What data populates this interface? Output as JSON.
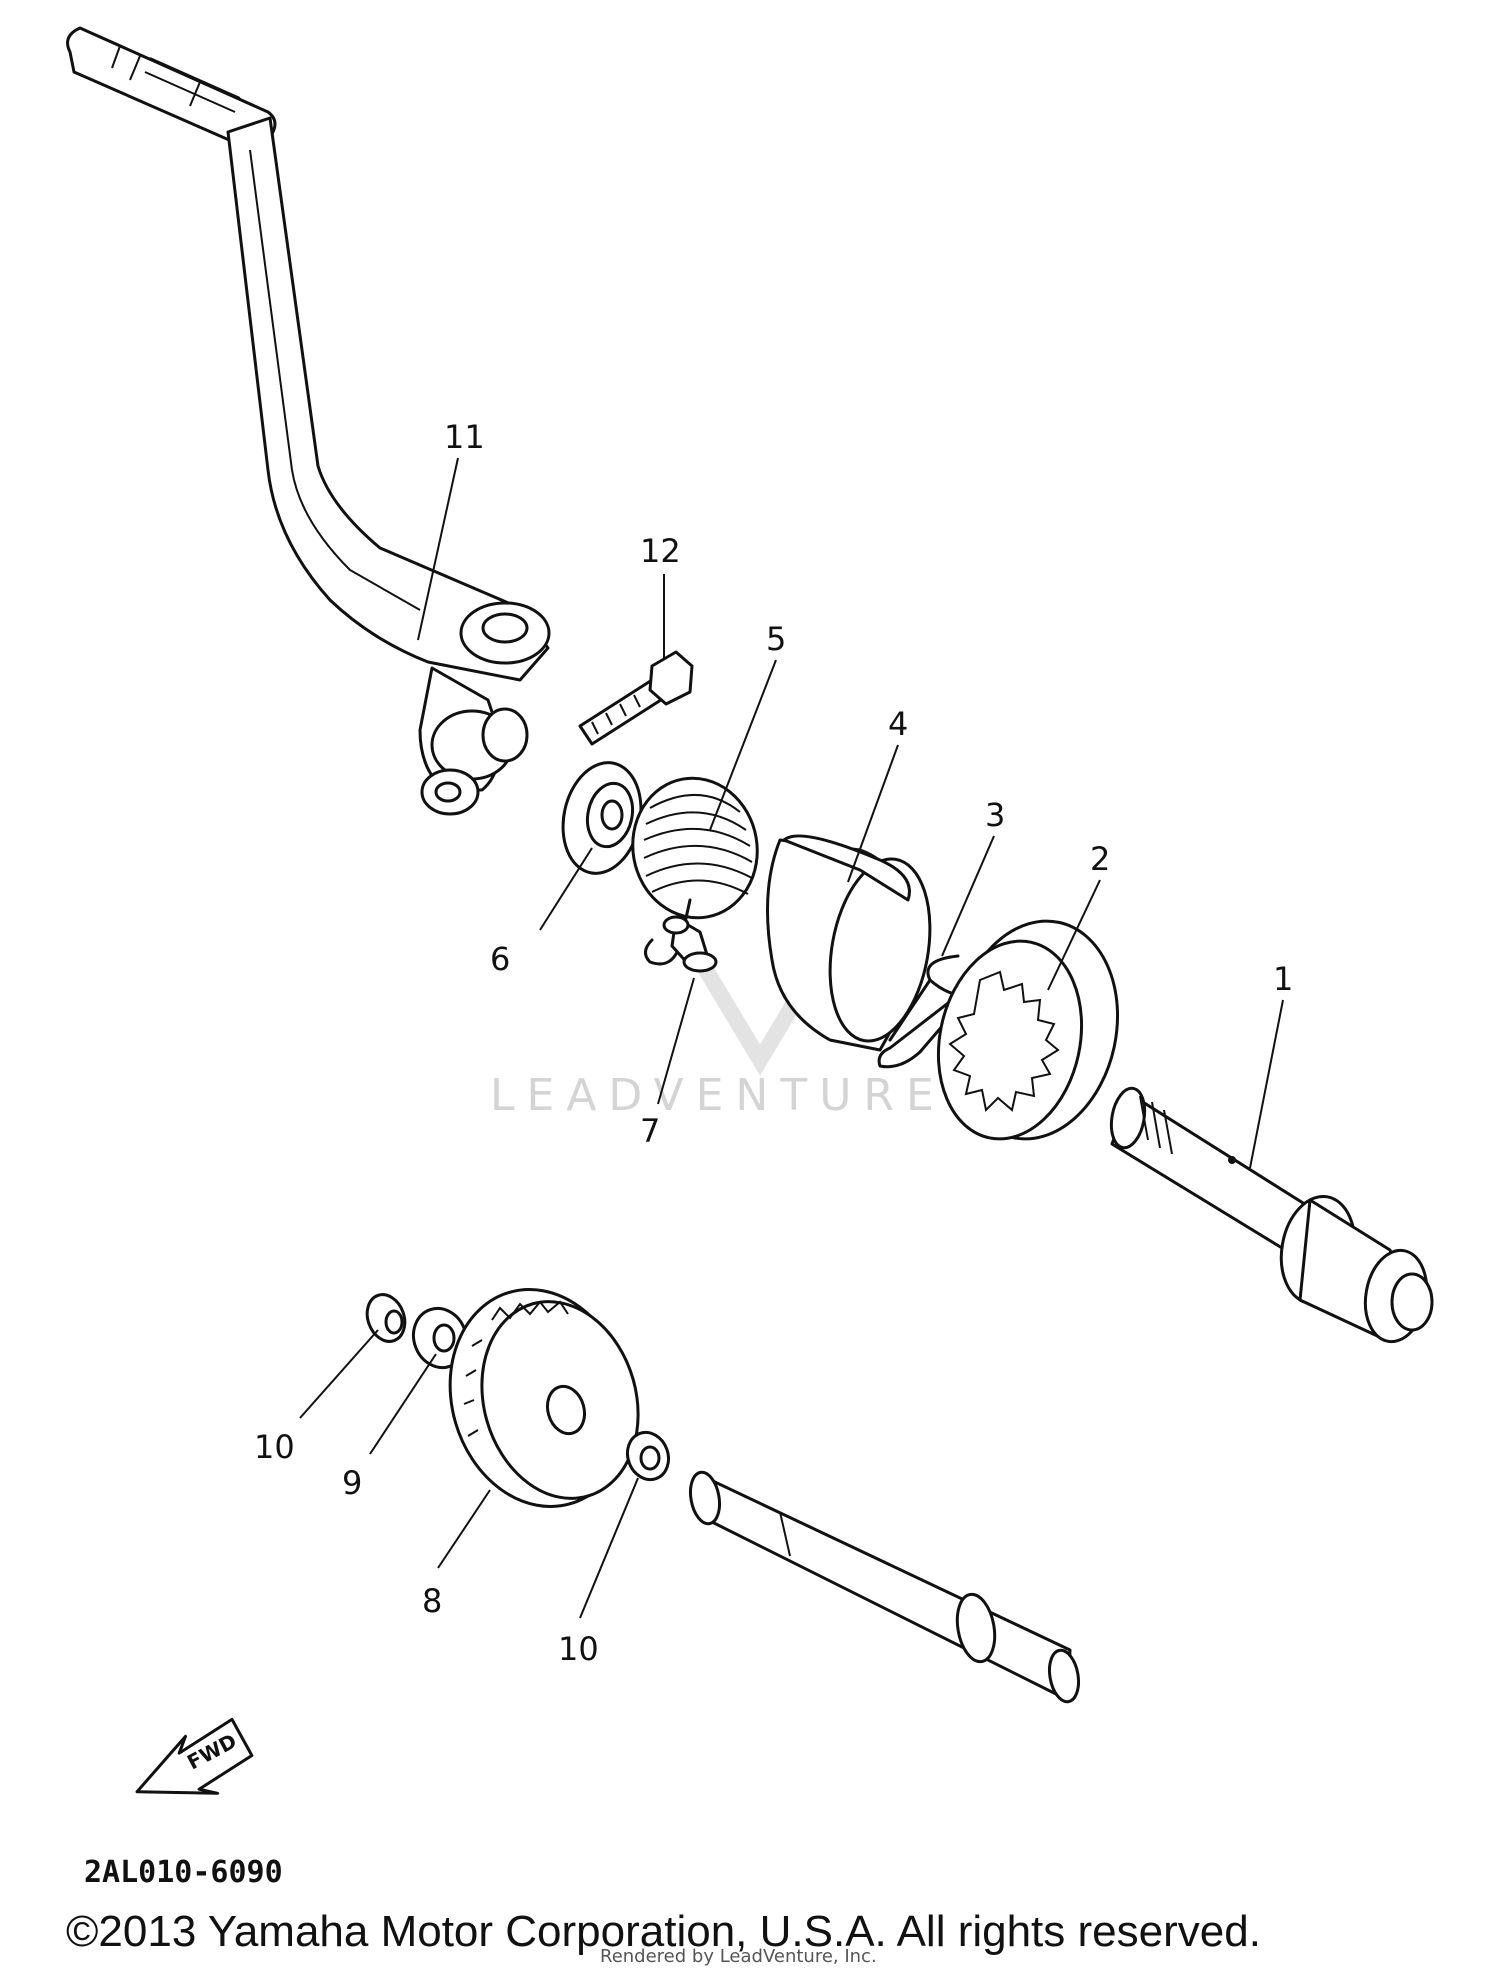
{
  "diagram": {
    "callouts": [
      {
        "id": "1",
        "label": "1"
      },
      {
        "id": "2",
        "label": "2"
      },
      {
        "id": "3",
        "label": "3"
      },
      {
        "id": "4",
        "label": "4"
      },
      {
        "id": "5",
        "label": "5"
      },
      {
        "id": "6",
        "label": "6"
      },
      {
        "id": "7",
        "label": "7"
      },
      {
        "id": "8",
        "label": "8"
      },
      {
        "id": "9",
        "label": "9"
      },
      {
        "id": "10a",
        "label": "10"
      },
      {
        "id": "10b",
        "label": "10"
      },
      {
        "id": "11",
        "label": "11"
      },
      {
        "id": "12",
        "label": "12"
      }
    ],
    "direction_badge": "FWD",
    "diagram_code": "2AL010-6090",
    "watermark": "LEADVENTURE",
    "watermark_credit": "Rendered by LeadVenture, Inc."
  },
  "footer": {
    "copyright": "©2013 Yamaha Motor Corporation, U.S.A. All rights reserved."
  }
}
